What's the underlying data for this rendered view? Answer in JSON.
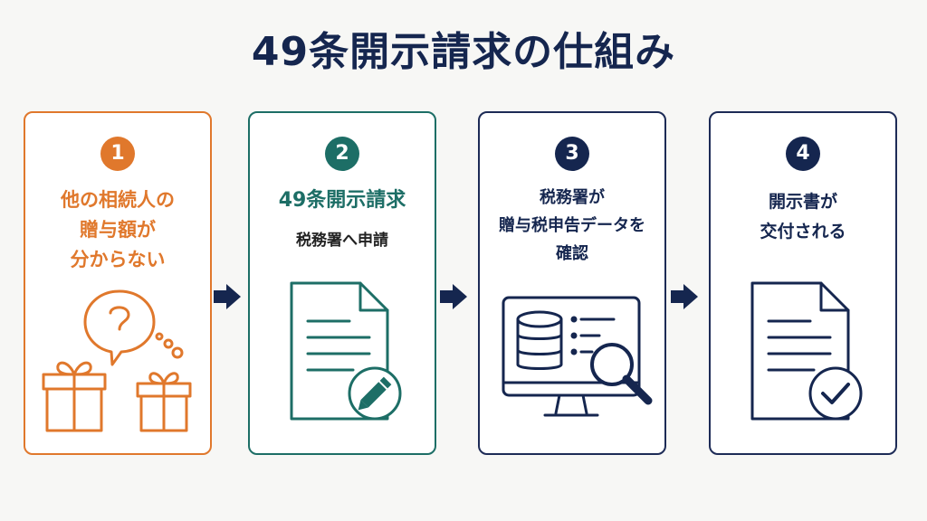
{
  "title": "49条開示請求の仕組み",
  "colors": {
    "navy": "#15264f",
    "orange": "#e0782c",
    "teal": "#1d6e66",
    "background": "#f7f7f5"
  },
  "steps": [
    {
      "number": "1",
      "lines": [
        "他の相続人の",
        "贈与額が",
        "分からない"
      ],
      "icon": "question-gift-icon"
    },
    {
      "number": "2",
      "heading": "49条開示請求",
      "sub": "税務署へ申請",
      "icon": "document-pencil-icon"
    },
    {
      "number": "3",
      "lines": [
        "税務署が",
        "贈与税申告データを",
        "確認"
      ],
      "icon": "monitor-database-search-icon"
    },
    {
      "number": "4",
      "lines": [
        "開示書が",
        "交付される"
      ],
      "icon": "document-check-icon"
    }
  ],
  "arrow_icon": "right-arrow-icon"
}
